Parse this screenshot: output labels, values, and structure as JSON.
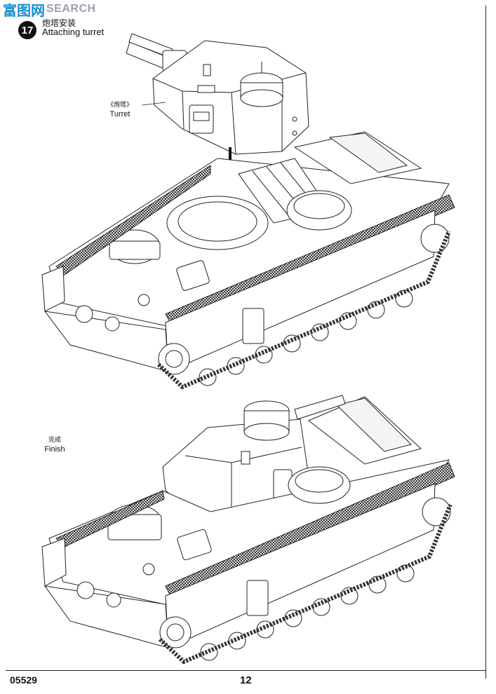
{
  "watermark": {
    "cn": "富图网",
    "en": "SEARCH"
  },
  "step": {
    "number": "17",
    "title_cn": "炮塔安装",
    "title_en": "Attaching turret"
  },
  "callouts": {
    "turret": {
      "cn": "《炮塔》",
      "en": "Turret"
    },
    "finish": {
      "cn": "完成",
      "en": "Finish"
    }
  },
  "footer": {
    "code": "05529",
    "page": "12"
  }
}
